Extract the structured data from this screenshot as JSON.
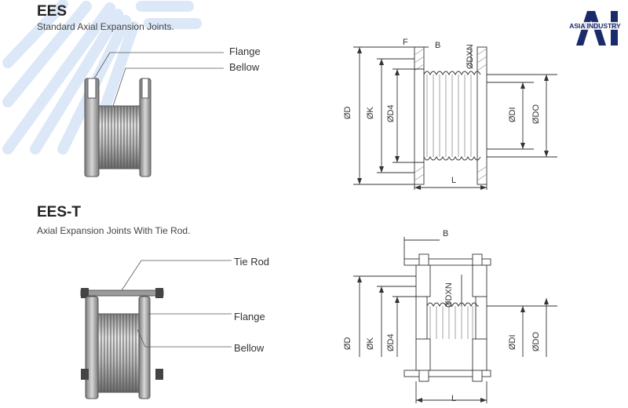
{
  "brand": {
    "mark": "AI",
    "name": "ASIA INDUSTRY",
    "color": "#1b2a6b"
  },
  "sections": [
    {
      "title": "EES",
      "subtitle": "Standard Axial Expansion Joints.",
      "callouts": [
        "Flange",
        "Bellow"
      ],
      "dims": {
        "F": "F",
        "B": "B",
        "DXN": "ØDXN",
        "D": "ØD",
        "K": "ØK",
        "D4": "ØD4",
        "DI": "ØDI",
        "DO": "ØDO",
        "L": "L"
      }
    },
    {
      "title": "EES-T",
      "subtitle": "Axial Expansion Joints With Tie Rod.",
      "callouts": [
        "Tie Rod",
        "Flange",
        "Bellow"
      ],
      "dims": {
        "B": "B",
        "DXN": "ØDXN",
        "D": "ØD",
        "K": "ØK",
        "D4": "ØD4",
        "DI": "ØDI",
        "DO": "ØDO",
        "L": "L"
      }
    }
  ],
  "colors": {
    "watermark": "#dce8f7",
    "line": "#333333",
    "steel": "#b8b8b8",
    "steel_dark": "#6e6e6e",
    "hatch": "#8a8a8a"
  }
}
